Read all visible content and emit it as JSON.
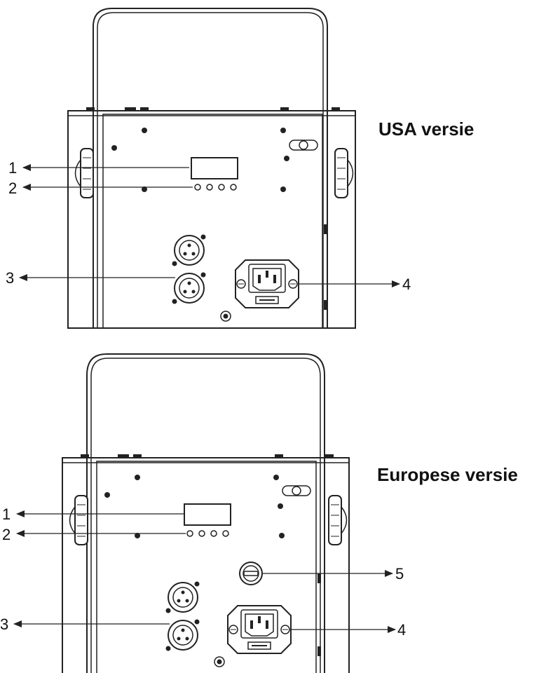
{
  "usa": {
    "title": "USA versie",
    "callouts": [
      "1",
      "2",
      "3",
      "4"
    ]
  },
  "europe": {
    "title": "Europese versie",
    "callouts": [
      "1",
      "2",
      "3",
      "4",
      "5"
    ]
  },
  "colors": {
    "line": "#222222",
    "background": "#ffffff"
  }
}
